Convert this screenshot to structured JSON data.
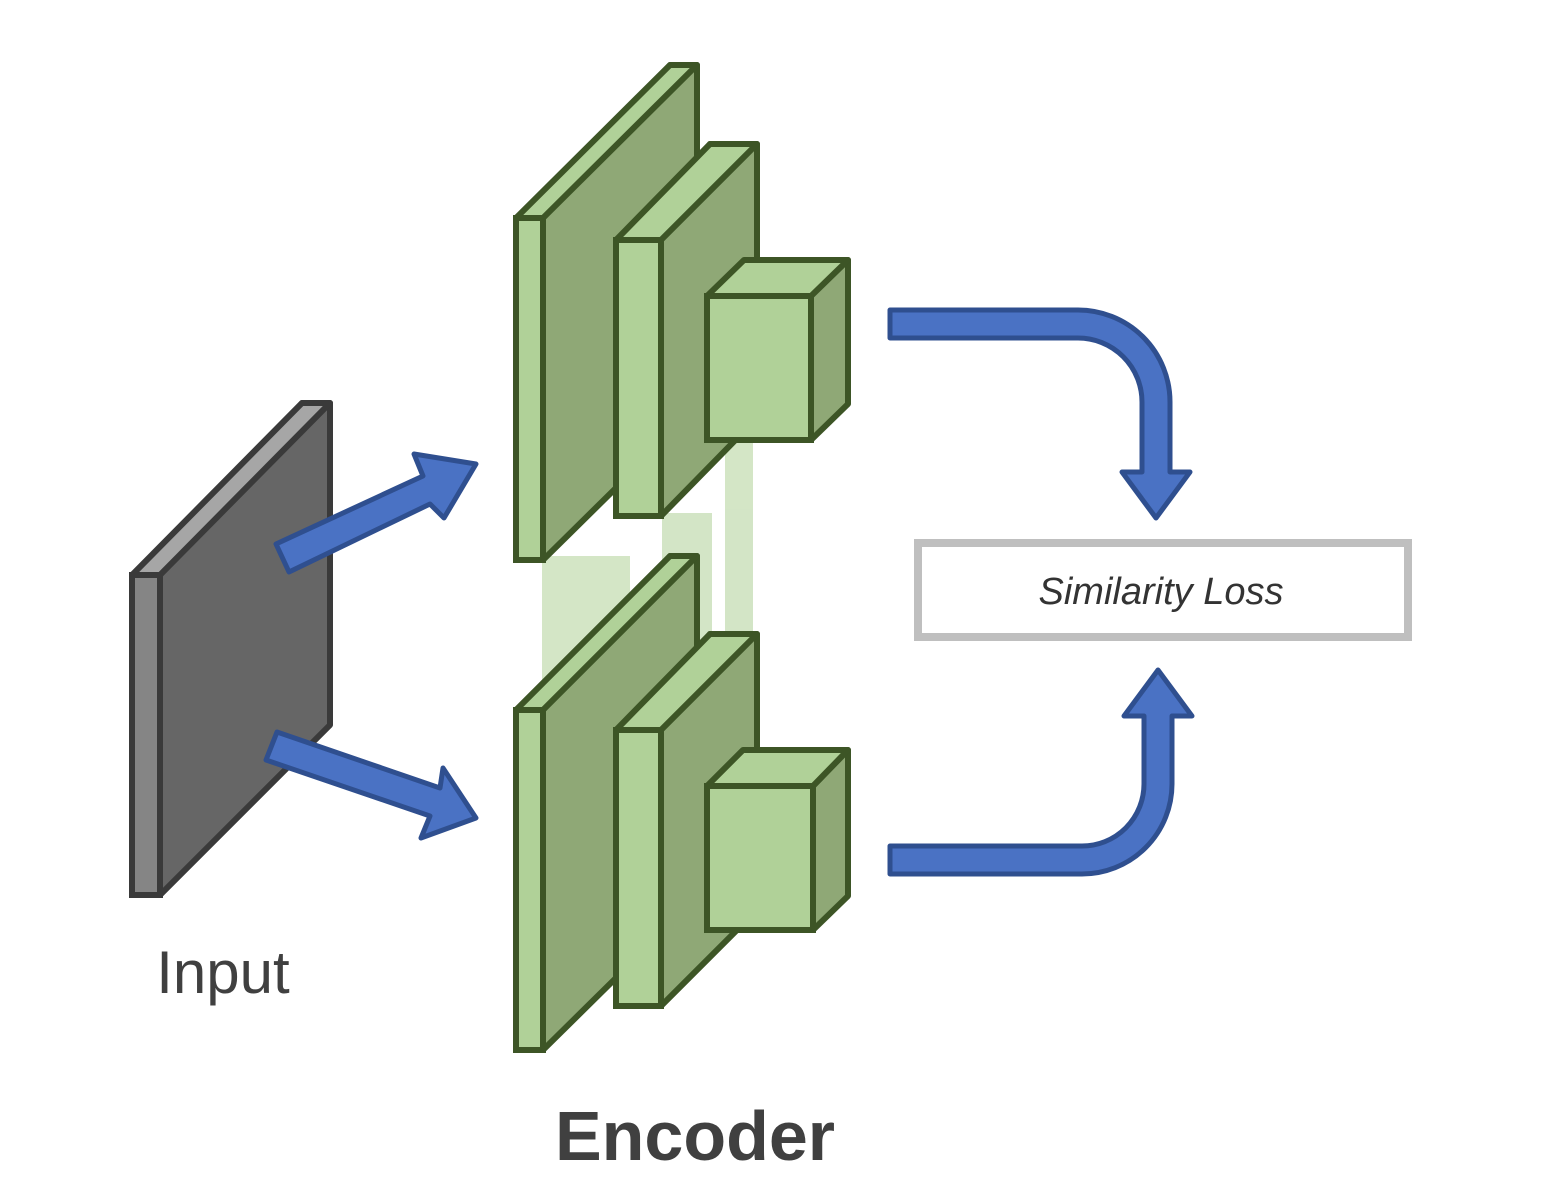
{
  "labels": {
    "input": "Input",
    "encoder": "Encoder",
    "similarity_loss": "Similarity Loss"
  },
  "colors": {
    "input_face": "#666666",
    "input_side": "#858585",
    "input_top": "#a6a6a6",
    "input_stroke": "#3a3a3a",
    "encoder_light": "#b0d198",
    "encoder_dark": "#8fa876",
    "encoder_stroke": "#3d5526",
    "arrow_fill": "#4a72c4",
    "arrow_stroke": "#2f4f8f",
    "loss_box_stroke": "#bfbfbf"
  }
}
